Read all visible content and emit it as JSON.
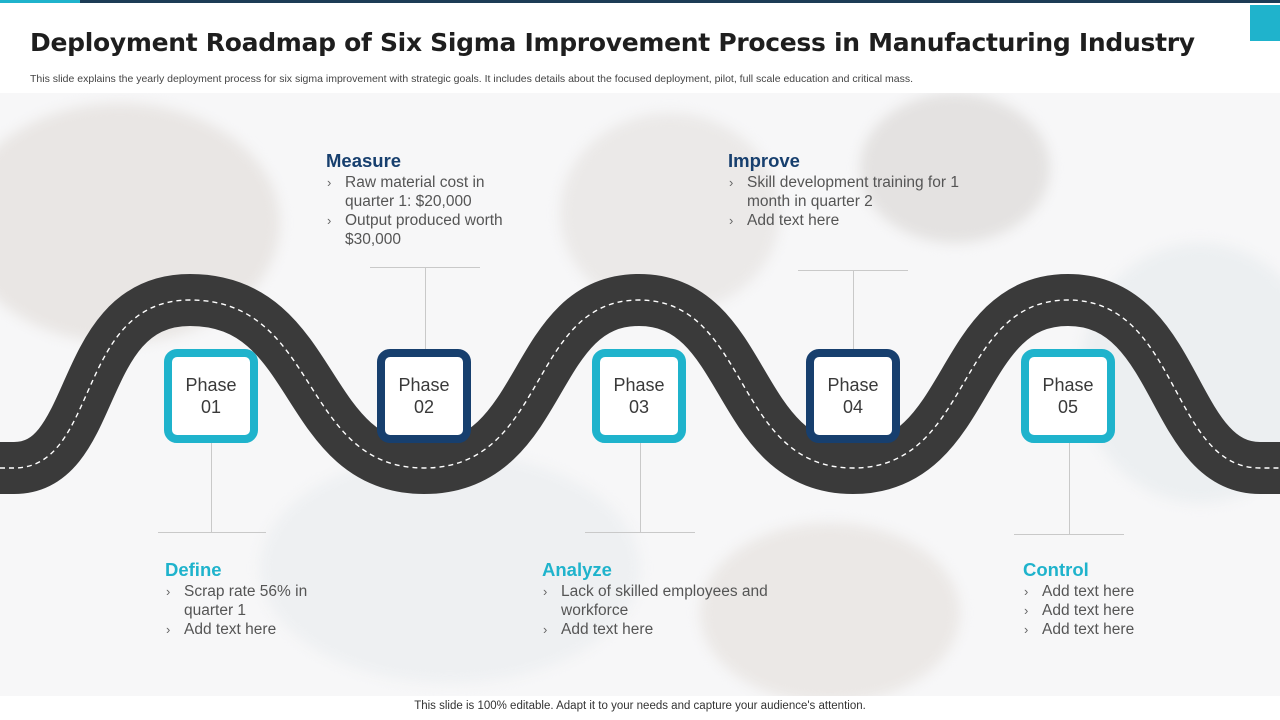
{
  "header": {
    "title": "Deployment Roadmap of Six Sigma Improvement Process in Manufacturing Industry",
    "subtitle": "This slide explains the yearly deployment process for six sigma improvement with strategic goals. It includes details about the focused deployment, pilot, full scale education and critical mass."
  },
  "phases": [
    {
      "line1": "Phase",
      "line2": "01"
    },
    {
      "line1": "Phase",
      "line2": "02"
    },
    {
      "line1": "Phase",
      "line2": "03"
    },
    {
      "line1": "Phase",
      "line2": "04"
    },
    {
      "line1": "Phase",
      "line2": "05"
    }
  ],
  "blocks": {
    "define": {
      "heading": "Define",
      "items": [
        "Scrap rate 56% in quarter 1",
        "Add text here"
      ]
    },
    "measure": {
      "heading": "Measure",
      "items": [
        "Raw material cost in quarter 1: $20,000",
        "Output produced worth $30,000"
      ]
    },
    "analyze": {
      "heading": "Analyze",
      "items": [
        "Lack of skilled employees and workforce",
        "Add text here"
      ]
    },
    "improve": {
      "heading": "Improve",
      "items": [
        "Skill development training for 1 month in quarter 2",
        "Add text here"
      ]
    },
    "control": {
      "heading": "Control",
      "items": [
        "Add text here",
        "Add text here",
        "Add text here"
      ]
    }
  },
  "bullet_glyph": "›",
  "footer": {
    "text": "This slide is 100% editable. Adapt it to your needs and capture your audience's attention."
  },
  "colors": {
    "accent_cyan": "#1fb3cc",
    "accent_navy": "#173f6e",
    "road": "#3a3a3a"
  }
}
